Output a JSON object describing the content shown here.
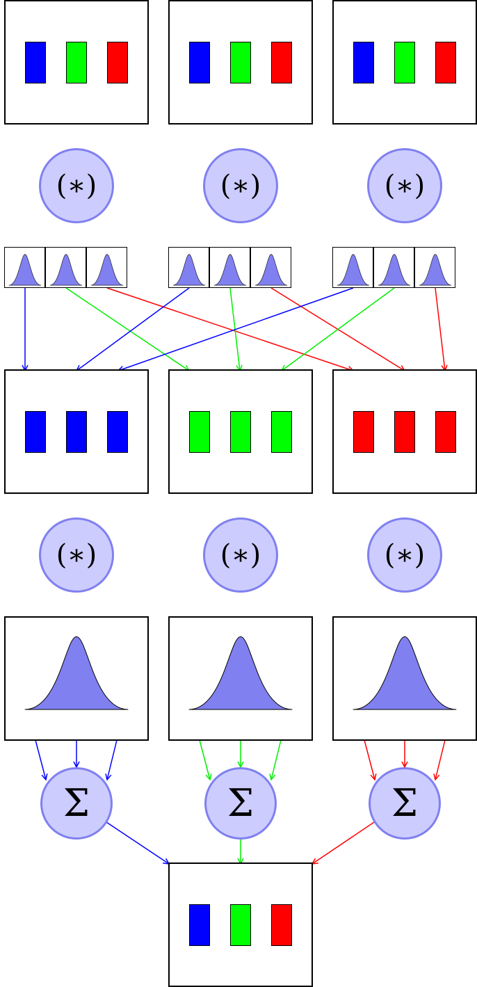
{
  "operators": {
    "convolve_symbol": "(∗)",
    "sum_symbol": "Σ"
  },
  "colors": {
    "blue": "#0000ff",
    "green": "#00ff00",
    "red": "#ff0000",
    "gaussian_fill": "#8080f0",
    "operator_fill": "#ccccff",
    "operator_border": "#8080f0"
  },
  "stages": {
    "input_images": {
      "count": 3,
      "channels": [
        "blue",
        "green",
        "red"
      ]
    },
    "kernel_sets": {
      "count": 3,
      "kernels_per_set": 3
    },
    "channel_groups": {
      "count": 3,
      "channels": [
        "blue",
        "green",
        "red"
      ]
    },
    "pooled_kernels": {
      "count": 3
    },
    "output_image": {
      "channels": [
        "blue",
        "green",
        "red"
      ]
    }
  }
}
